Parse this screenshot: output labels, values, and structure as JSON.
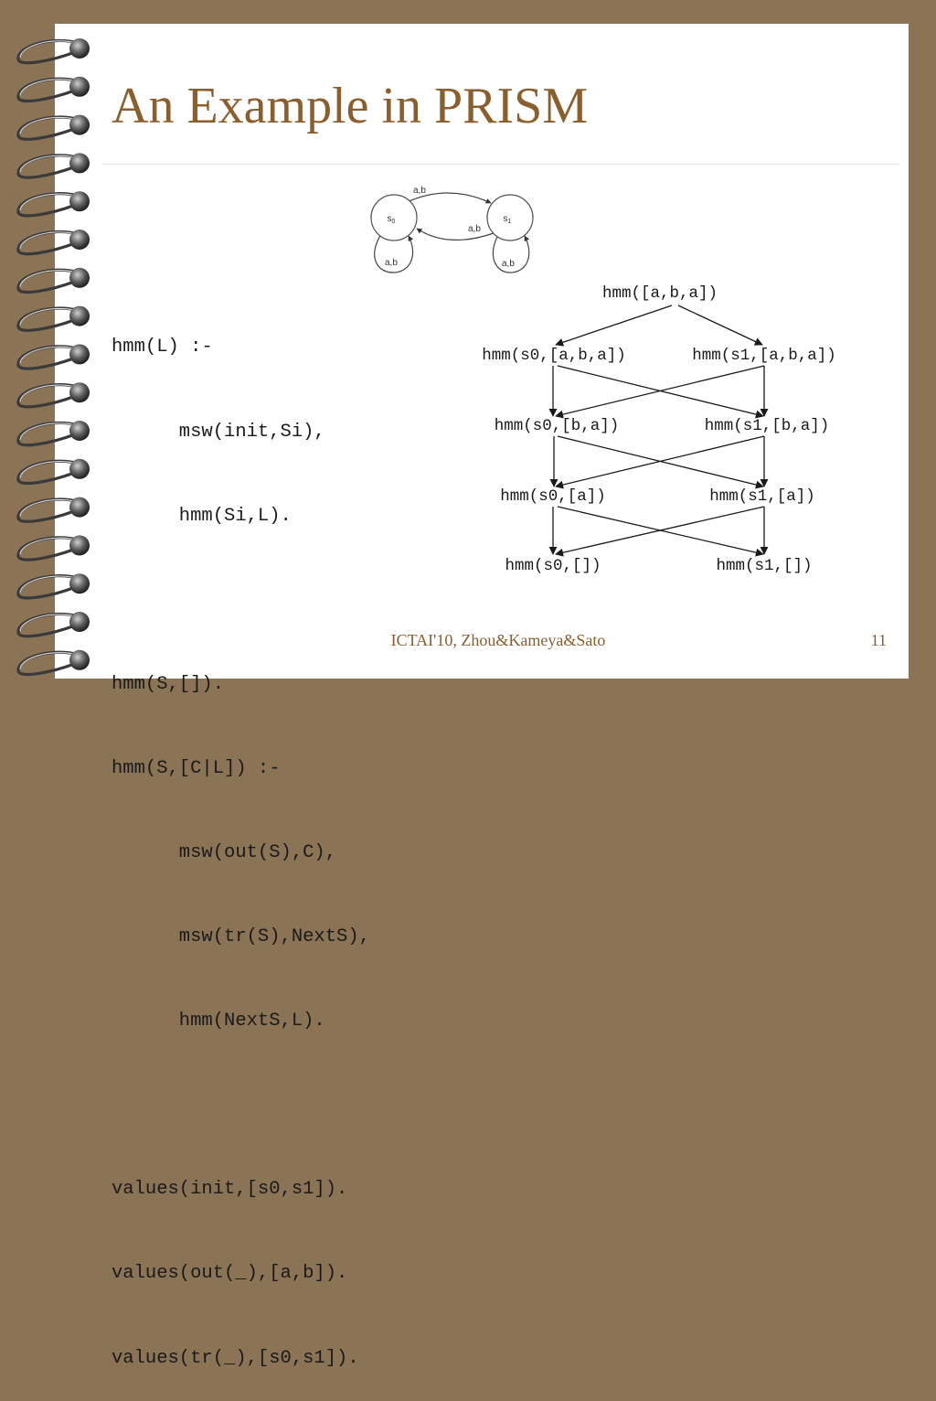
{
  "slide": {
    "title": "An Example in PRISM",
    "footer": "ICTAI'10, Zhou&Kameya&Sato",
    "page_number": "11"
  },
  "code": {
    "lines": [
      "hmm(L) :-",
      "      msw(init,Si),",
      "      hmm(Si,L).",
      "",
      "hmm(S,[]).",
      "hmm(S,[C|L]) :-",
      "      msw(out(S),C),",
      "      msw(tr(S),NextS),",
      "      hmm(NextS,L).",
      "",
      "values(init,[s0,s1]).",
      "values(out(_),[a,b]).",
      "values(tr(_),[s0,s1])."
    ]
  },
  "fsm": {
    "states": [
      {
        "id": "s0",
        "main": "s",
        "sub": "0"
      },
      {
        "id": "s1",
        "main": "s",
        "sub": "1"
      }
    ],
    "edges": [
      {
        "from": "s0",
        "to": "s1",
        "label": "a,b"
      },
      {
        "from": "s1",
        "to": "s0",
        "label": "a,b"
      },
      {
        "from": "s0",
        "to": "s0",
        "label": "a,b"
      },
      {
        "from": "s1",
        "to": "s1",
        "label": "a,b"
      }
    ]
  },
  "tree": {
    "nodes": [
      {
        "id": "root",
        "label": "hmm([a,b,a])"
      },
      {
        "id": "n10",
        "label": "hmm(s0,[a,b,a])"
      },
      {
        "id": "n11",
        "label": "hmm(s1,[a,b,a])"
      },
      {
        "id": "n20",
        "label": "hmm(s0,[b,a])"
      },
      {
        "id": "n21",
        "label": "hmm(s1,[b,a])"
      },
      {
        "id": "n30",
        "label": "hmm(s0,[a])"
      },
      {
        "id": "n31",
        "label": "hmm(s1,[a])"
      },
      {
        "id": "n40",
        "label": "hmm(s0,[])"
      },
      {
        "id": "n41",
        "label": "hmm(s1,[])"
      }
    ],
    "edges": [
      {
        "from": "root",
        "to": "n10"
      },
      {
        "from": "root",
        "to": "n11"
      },
      {
        "from": "n10",
        "to": "n20"
      },
      {
        "from": "n10",
        "to": "n21"
      },
      {
        "from": "n11",
        "to": "n20"
      },
      {
        "from": "n11",
        "to": "n21"
      },
      {
        "from": "n20",
        "to": "n30"
      },
      {
        "from": "n20",
        "to": "n31"
      },
      {
        "from": "n21",
        "to": "n30"
      },
      {
        "from": "n21",
        "to": "n31"
      },
      {
        "from": "n30",
        "to": "n40"
      },
      {
        "from": "n30",
        "to": "n41"
      },
      {
        "from": "n31",
        "to": "n40"
      },
      {
        "from": "n31",
        "to": "n41"
      }
    ]
  }
}
